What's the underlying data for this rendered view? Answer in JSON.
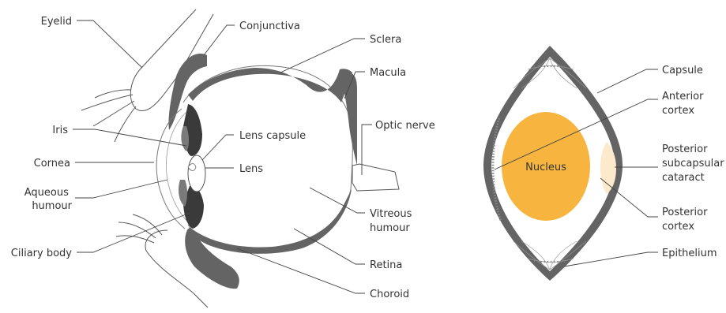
{
  "eye_diagram": {
    "labels": {
      "eyelid": "Eyelid",
      "conjunctiva": "Conjunctiva",
      "sclera": "Sclera",
      "macula": "Macula",
      "iris": "Iris",
      "lens_capsule": "Lens capsule",
      "optic_nerve": "Optic nerve",
      "cornea": "Cornea",
      "lens": "Lens",
      "aqueous_humour": [
        "Aqueous",
        "humour"
      ],
      "vitreous_humour": [
        "Vitreous",
        "humour"
      ],
      "ciliary_body": "Ciliary body",
      "retina": "Retina",
      "choroid": "Choroid"
    }
  },
  "lens_diagram": {
    "labels": {
      "nucleus": "Nucleus",
      "capsule": "Capsule",
      "anterior_cortex": [
        "Anterior",
        "cortex"
      ],
      "posterior_subcapsular_cataract": [
        "Posterior",
        "subcapsular",
        "cataract"
      ],
      "posterior_cortex": [
        "Posterior",
        "cortex"
      ],
      "epithelium": "Epithelium"
    },
    "colors": {
      "nucleus": "#f7b53f",
      "cataract": "#fde9cc",
      "capsule": "#606060"
    }
  }
}
